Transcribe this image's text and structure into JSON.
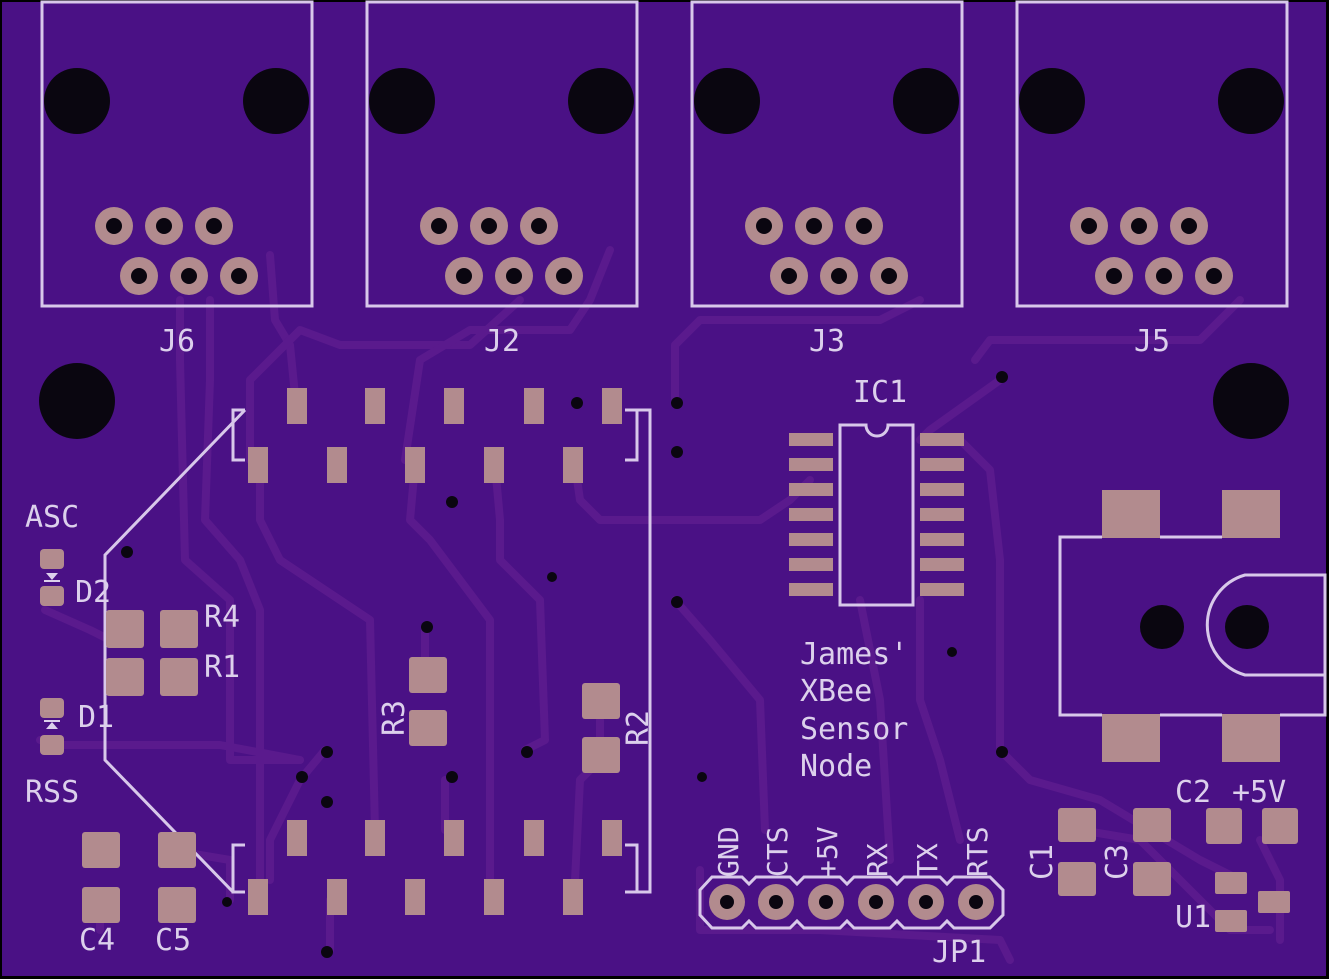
{
  "board": {
    "substrate_color": "#4a1185",
    "trace_color": "#5a1a8d",
    "silk_color": "#dcd0ec",
    "pad_color": "#b28b8e",
    "hole_color": "#0a0610"
  },
  "connectors": [
    {
      "ref": "J6"
    },
    {
      "ref": "J2"
    },
    {
      "ref": "J3"
    },
    {
      "ref": "J5"
    }
  ],
  "labels": {
    "ic1": "IC1",
    "asc": "ASC",
    "d2": "D2",
    "r4": "R4",
    "r1": "R1",
    "d1": "D1",
    "rss": "RSS",
    "r3": "R3",
    "r2": "R2",
    "c4": "C4",
    "c5": "C5",
    "c1": "C1",
    "c3": "C3",
    "c2": "C2",
    "plus5v": "+5V",
    "u1": "U1",
    "jp1": "JP1"
  },
  "title_lines": [
    "James'",
    "XBee",
    "Sensor",
    "Node"
  ],
  "jp1_pins": [
    "GND",
    "CTS",
    "+5V",
    "RX",
    "TX",
    "RTS"
  ]
}
